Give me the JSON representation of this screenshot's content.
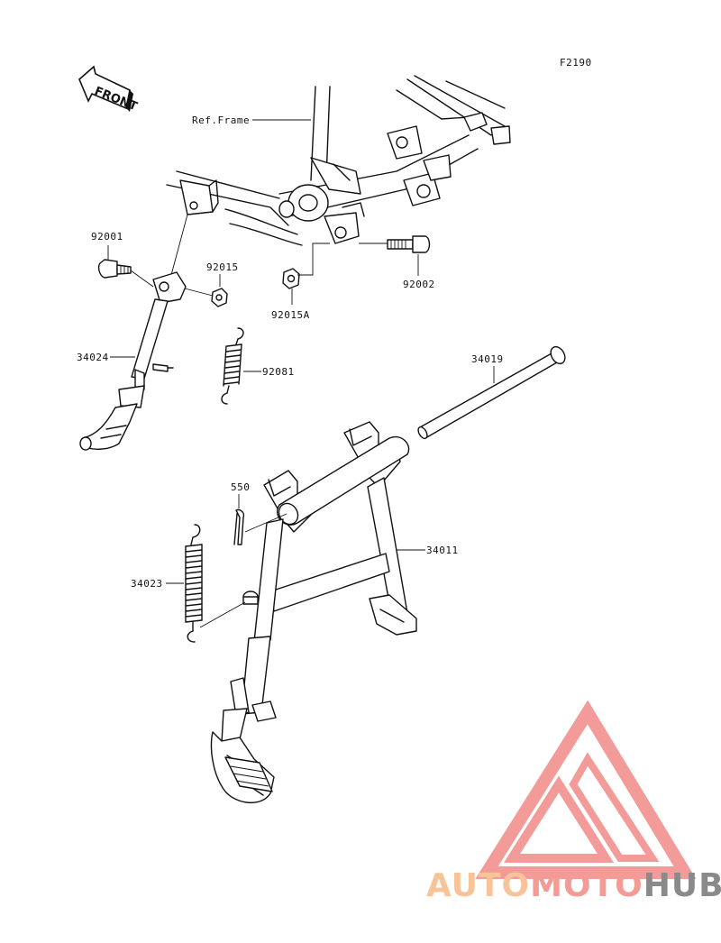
{
  "diagram": {
    "code": "F2190",
    "front_label": "FRONT",
    "ref_frame_label": "Ref.Frame",
    "parts": [
      {
        "id": "92001"
      },
      {
        "id": "92015"
      },
      {
        "id": "92015A"
      },
      {
        "id": "92002"
      },
      {
        "id": "34024"
      },
      {
        "id": "92081"
      },
      {
        "id": "34019"
      },
      {
        "id": "550"
      },
      {
        "id": "34011"
      },
      {
        "id": "34023"
      }
    ]
  },
  "watermark": {
    "word_1": "AUTO",
    "word_2": "MOTO",
    "word_3": "HUB",
    "color_1": "#f7c49a",
    "color_2": "#f39b94",
    "color_3": "#8a8a8a",
    "logo_color": "#f08a88"
  }
}
